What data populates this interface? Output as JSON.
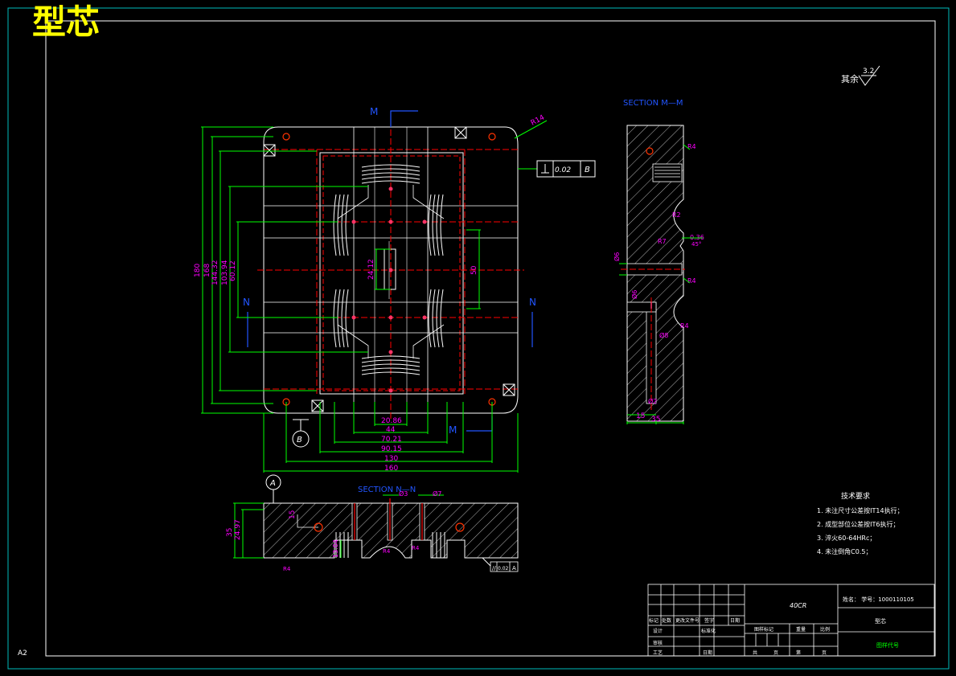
{
  "title": "型芯",
  "sheet_size": "A2",
  "surface_finish": {
    "prefix": "其余",
    "value": "3.2"
  },
  "section_labels": {
    "mm": "SECTION  M—M",
    "nn": "SECTION  N—N"
  },
  "cut_letters": {
    "m": "M",
    "n": "N"
  },
  "datums": {
    "a": "A",
    "b": "B"
  },
  "frames": {
    "perp": {
      "value": "0.02",
      "datum": "B"
    },
    "para": {
      "value": "0.02",
      "datum": "A"
    }
  },
  "plan_dims": {
    "r14": "R14",
    "h180": "180",
    "h168": "168",
    "h14432": "144.32",
    "h10394": "103.94",
    "h6012": "60.12",
    "v50": "50",
    "v2412": "24.12",
    "w2086": "20.86",
    "w44": "44",
    "w7021": "70.21",
    "w9015": "90.15",
    "w130": "130",
    "w160": "160"
  },
  "side_dims": {
    "r4": "R4",
    "r2": "R2",
    "r7": "R7",
    "d036": "0.36",
    "d45": "45°",
    "dia6a": "Ø6",
    "dia6b": "Ø6",
    "dia8": "Ø8",
    "dia2": "Ø2",
    "w15": "15",
    "w35": "35"
  },
  "front_dims": {
    "dia3": "Ø3",
    "dia7": "Ø7",
    "h2497": "24.97",
    "h35": "35",
    "h15": "15",
    "h1304": "13.04",
    "r4": "R4"
  },
  "tech_notes": {
    "title": "技术要求",
    "items": [
      "1. 未注尺寸公差按IT14执行；",
      "2. 成型部位公差按IT6执行；",
      "3. 淬火60-64HRc；",
      "4. 未注倒角C0.5；"
    ]
  },
  "title_block": {
    "material": "40CR",
    "school": "姓名：    学号：1000110105",
    "part_name": "型芯",
    "drawing_no": "图样代号",
    "rev_headers": [
      "标记",
      "处数",
      "更改文件号",
      "签字",
      "日期"
    ],
    "design": "设计",
    "standardize": "标准化",
    "review": "审核",
    "process": "工艺",
    "date": "日期",
    "stage_mark": "图样标记",
    "weight": "重量",
    "scale": "比例",
    "total": "共",
    "sheet": "页",
    "page": "第"
  },
  "colors": {
    "background": "#000000",
    "geometry": "#ffffff",
    "dimension": "#00ff00",
    "dim_text": "#ff00ff",
    "center_line": "#ff0000",
    "section_text": "#2255ff",
    "title_text": "#ffff00",
    "border": "#00bbbb"
  }
}
